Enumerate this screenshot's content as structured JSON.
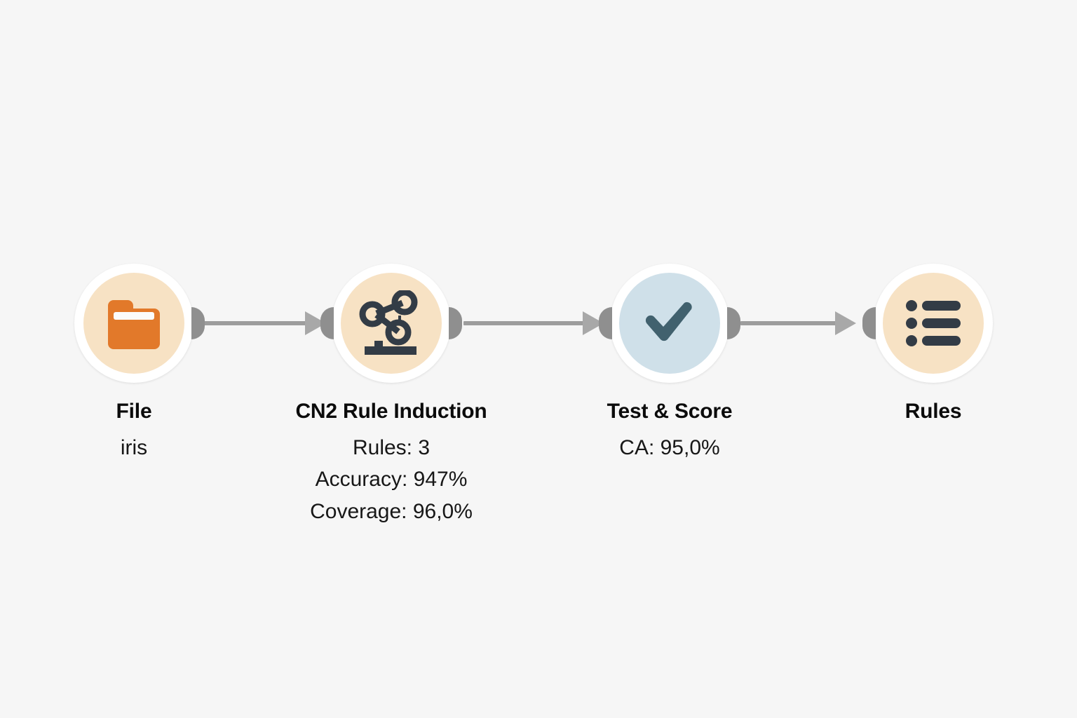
{
  "canvas": {
    "background_color": "#f6f6f6",
    "title": "Orange workflow canvas"
  },
  "palette": {
    "node_ring": "#ffffff",
    "data_node_fill": "#f7e2c4",
    "evaluate_node_fill": "#cfe0e9",
    "folder_icon": "#e2792a",
    "dark_icon": "#333c46",
    "check_icon": "#41616e",
    "port": "#8f8f8f",
    "link": "#9d9d9d",
    "label_text": "#0b0b0b"
  },
  "nodes": [
    {
      "id": "file",
      "title": "File",
      "icon": "folder-icon",
      "fill": "data",
      "stats": [
        "iris"
      ],
      "has_input_port": false,
      "has_output_port": true
    },
    {
      "id": "cn2-rule-induction",
      "title": "CN2 Rule Induction",
      "icon": "rule-induction-icon",
      "fill": "data",
      "stats": [
        "Rules: 3",
        "Accuracy: 947%",
        "Coverage: 96,0%"
      ],
      "has_input_port": true,
      "has_output_port": true
    },
    {
      "id": "test-and-score",
      "title": "Test & Score",
      "icon": "checkmark-icon",
      "fill": "evaluate",
      "stats": [
        "CA: 95,0%"
      ],
      "has_input_port": true,
      "has_output_port": true
    },
    {
      "id": "rules",
      "title": "Rules",
      "icon": "bulleted-list-icon",
      "fill": "data",
      "stats": [],
      "has_input_port": true,
      "has_output_port": false
    }
  ],
  "links": [
    {
      "id": "link-file-cn2",
      "from": "file",
      "to": "cn2-rule-induction"
    },
    {
      "id": "link-cn2-test",
      "from": "cn2-rule-induction",
      "to": "test-and-score"
    },
    {
      "id": "link-test-rules",
      "from": "test-and-score",
      "to": "rules"
    }
  ]
}
